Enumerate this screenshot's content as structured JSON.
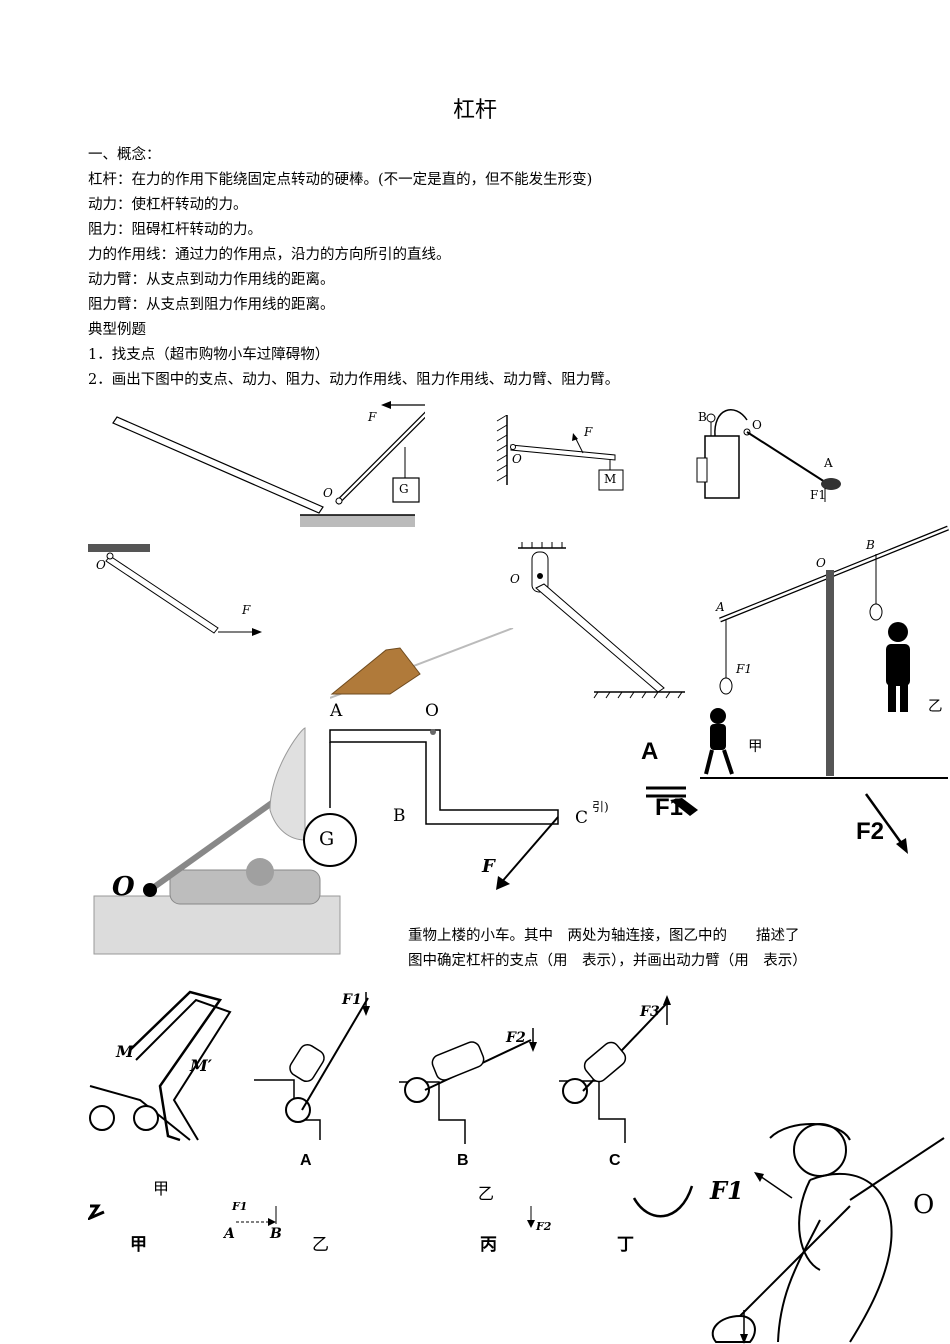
{
  "doc": {
    "title": "杠杆",
    "lines": [
      "一、概念：",
      "杠杆：在力的作用下能绕固定点转动的硬棒。(不一定是直的，但不能发生形变)",
      "动力：使杠杆转动的力。",
      "阻力：阻碍杠杆转动的力。",
      "力的作用线：通过力的作用点，沿力的方向所引的直线。",
      "动力臂：从支点到动力作用线的距离。",
      "阻力臂：从支点到阻力作用线的距离。",
      "典型例题",
      "1．找支点（超市购物小车过障碍物）",
      "2．画出下图中的支点、动力、阻力、动力作用线、阻力作用线、动力臂、阻力臂。"
    ],
    "fragments": [
      "重物上楼的小车。其中　两处为轴连接，图乙中的　　描述了",
      "图中确定杠杆的支点（用　表示），并画出动力臂（用　表示）"
    ]
  },
  "labels": {
    "F": "F",
    "O": "O",
    "G": "G",
    "M": "M",
    "A": "A",
    "B": "B",
    "C": "C",
    "F1": "F1",
    "F2": "F2",
    "F3": "F3",
    "Mprime": "M′",
    "jia": "甲",
    "yi": "乙",
    "bing": "丙",
    "ding": "丁",
    "frag_bracket": "引)"
  }
}
